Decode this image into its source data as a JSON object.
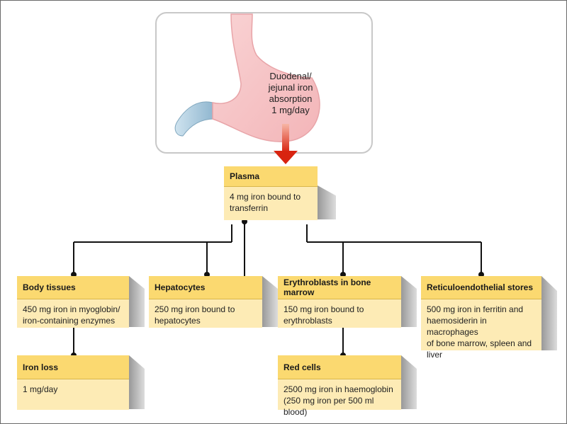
{
  "colors": {
    "header": "#fbd970",
    "body": "#fdebb5",
    "line": "#111111",
    "arrow": "#d82410",
    "stomach": "#f7c7c9"
  },
  "absorption": {
    "lines": [
      "Duodenal/",
      "jejunal iron",
      "absorption",
      "1 mg/day"
    ]
  },
  "boxes": {
    "plasma": {
      "title": "Plasma",
      "lines": [
        "4 mg iron bound to",
        "transferrin"
      ]
    },
    "body_tissues": {
      "title": "Body tissues",
      "lines": [
        "450 mg iron in myoglobin/",
        "iron-containing enzymes"
      ]
    },
    "hepatocytes": {
      "title": "Hepatocytes",
      "lines": [
        "250 mg iron bound to",
        "hepatocytes"
      ]
    },
    "erythroblasts": {
      "title": "Erythroblasts in bone marrow",
      "lines": [
        "150 mg iron bound to",
        "erythroblasts"
      ]
    },
    "reticulo": {
      "title": "Reticuloendothelial stores",
      "lines": [
        "500 mg iron in ferritin and",
        "haemosiderin in macrophages",
        "of bone marrow, spleen and",
        "liver"
      ]
    },
    "iron_loss": {
      "title": "Iron loss",
      "lines": [
        "1 mg/day"
      ]
    },
    "red_cells": {
      "title": "Red cells",
      "lines": [
        "2500 mg iron in haemoglobin",
        "(250 mg iron per 500 ml blood)"
      ]
    }
  }
}
